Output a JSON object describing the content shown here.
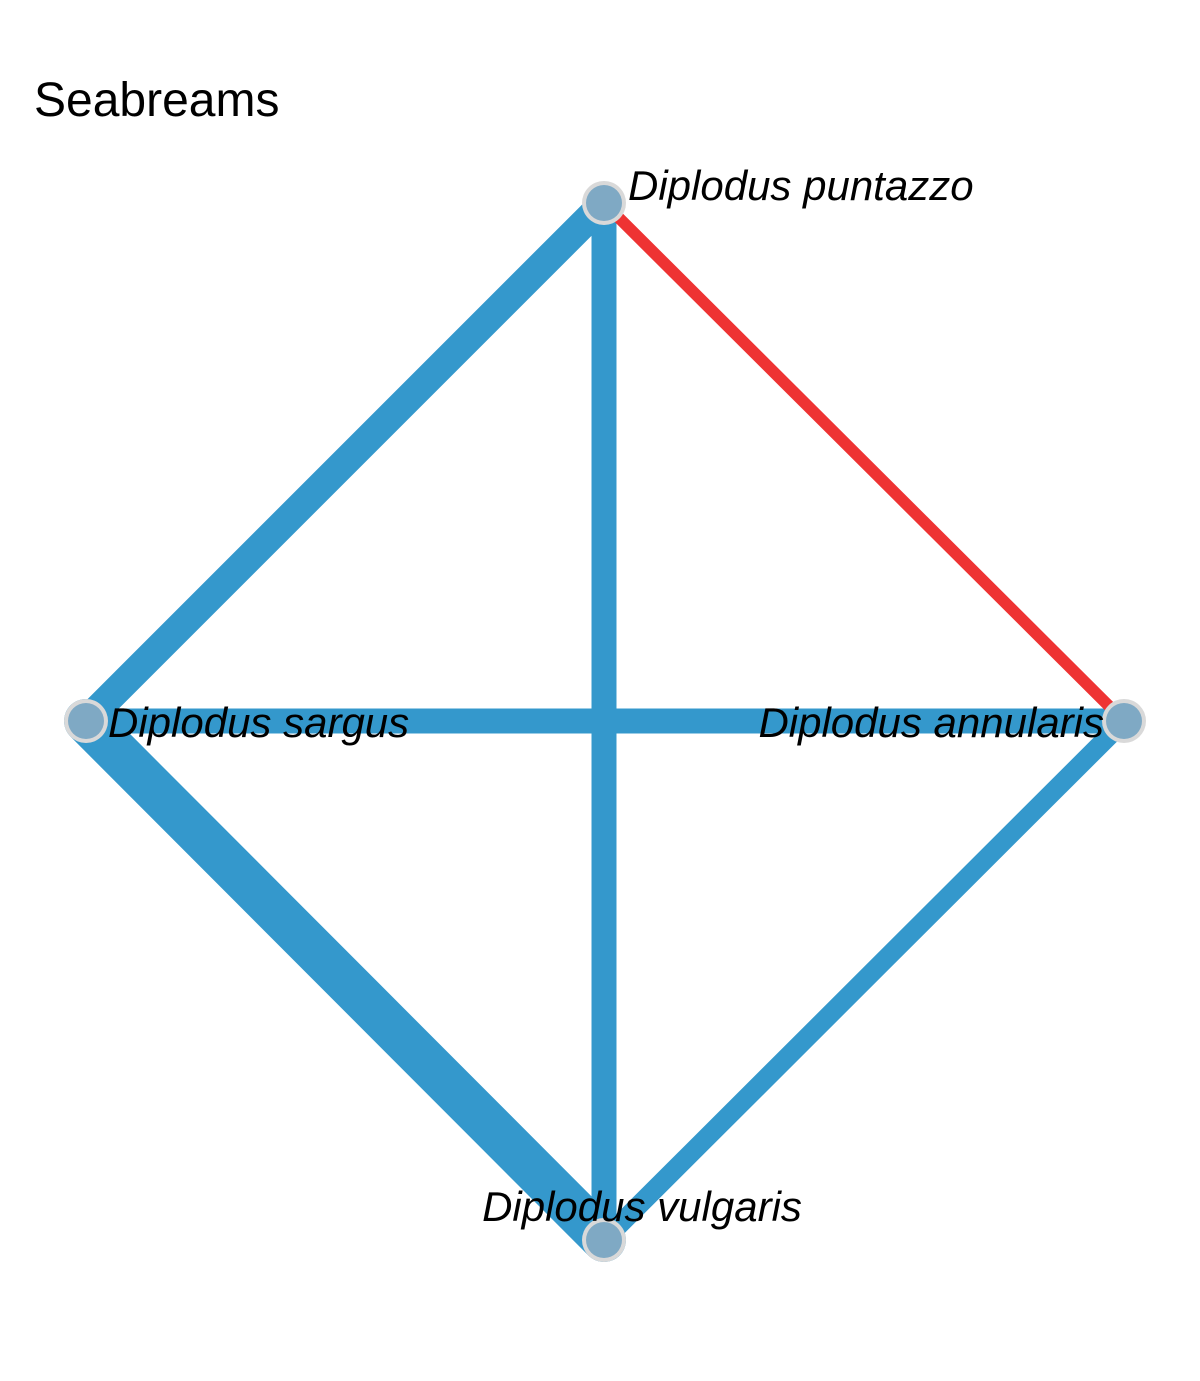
{
  "title": "Seabreams",
  "colors": {
    "positive_edge": "#3498cc",
    "negative_edge": "#ee3333",
    "node_fill": "#7fa9c4",
    "node_halo": "#d9d9d9"
  },
  "nodes": [
    {
      "id": "puntazzo",
      "label": "Diplodus puntazzo"
    },
    {
      "id": "sargus",
      "label": "Diplodus sargus"
    },
    {
      "id": "annularis",
      "label": "Diplodus annularis"
    },
    {
      "id": "vulgaris",
      "label": "Diplodus vulgaris"
    }
  ],
  "edges": [
    {
      "source": "sargus",
      "target": "vulgaris",
      "sign": "positive",
      "strength": 1.0
    },
    {
      "source": "sargus",
      "target": "puntazzo",
      "sign": "positive",
      "strength": 0.6
    },
    {
      "source": "puntazzo",
      "target": "vulgaris",
      "sign": "positive",
      "strength": 0.5
    },
    {
      "source": "sargus",
      "target": "annularis",
      "sign": "positive",
      "strength": 0.5
    },
    {
      "source": "annularis",
      "target": "vulgaris",
      "sign": "positive",
      "strength": 0.35
    },
    {
      "source": "puntazzo",
      "target": "annularis",
      "sign": "negative",
      "strength": 0.15
    }
  ]
}
